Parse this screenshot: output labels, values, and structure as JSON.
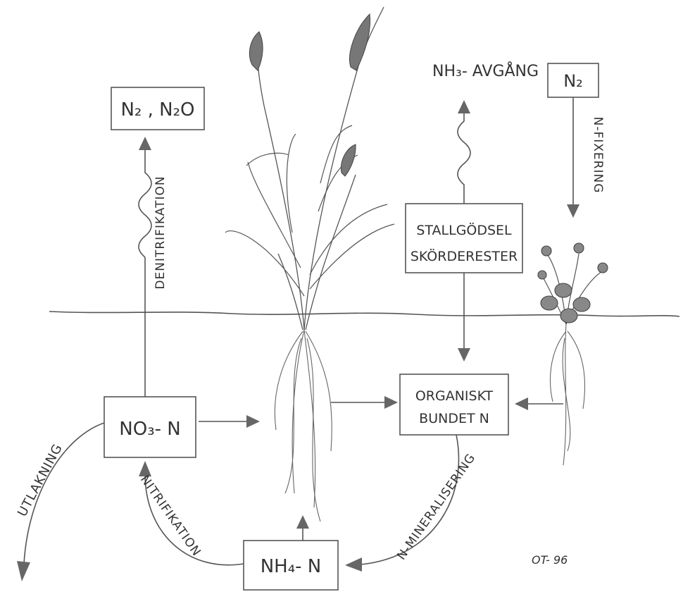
{
  "boxes": {
    "n2_n2o": "N₂ , N₂O",
    "nh3_avgang": "NH₃- AVGÅNG",
    "n2": "N₂",
    "stallgodsel_line1": "STALLGÖDSEL",
    "stallgodsel_line2": "SKÖRDERESTER",
    "organiskt_line1": "ORGANISKT",
    "organiskt_line2": "BUNDET N",
    "no3": "NO₃- N",
    "nh4": "NH₄- N"
  },
  "labels": {
    "denitrifikation": "DENITRIFIKATION",
    "n_fixering": "N-FIXERING",
    "utlakning": "UTLAKNING",
    "nitrifikation": "NITRIFIKATION",
    "n_mineralisering": "N-MINERALISERING",
    "signature": "OT- 96"
  }
}
